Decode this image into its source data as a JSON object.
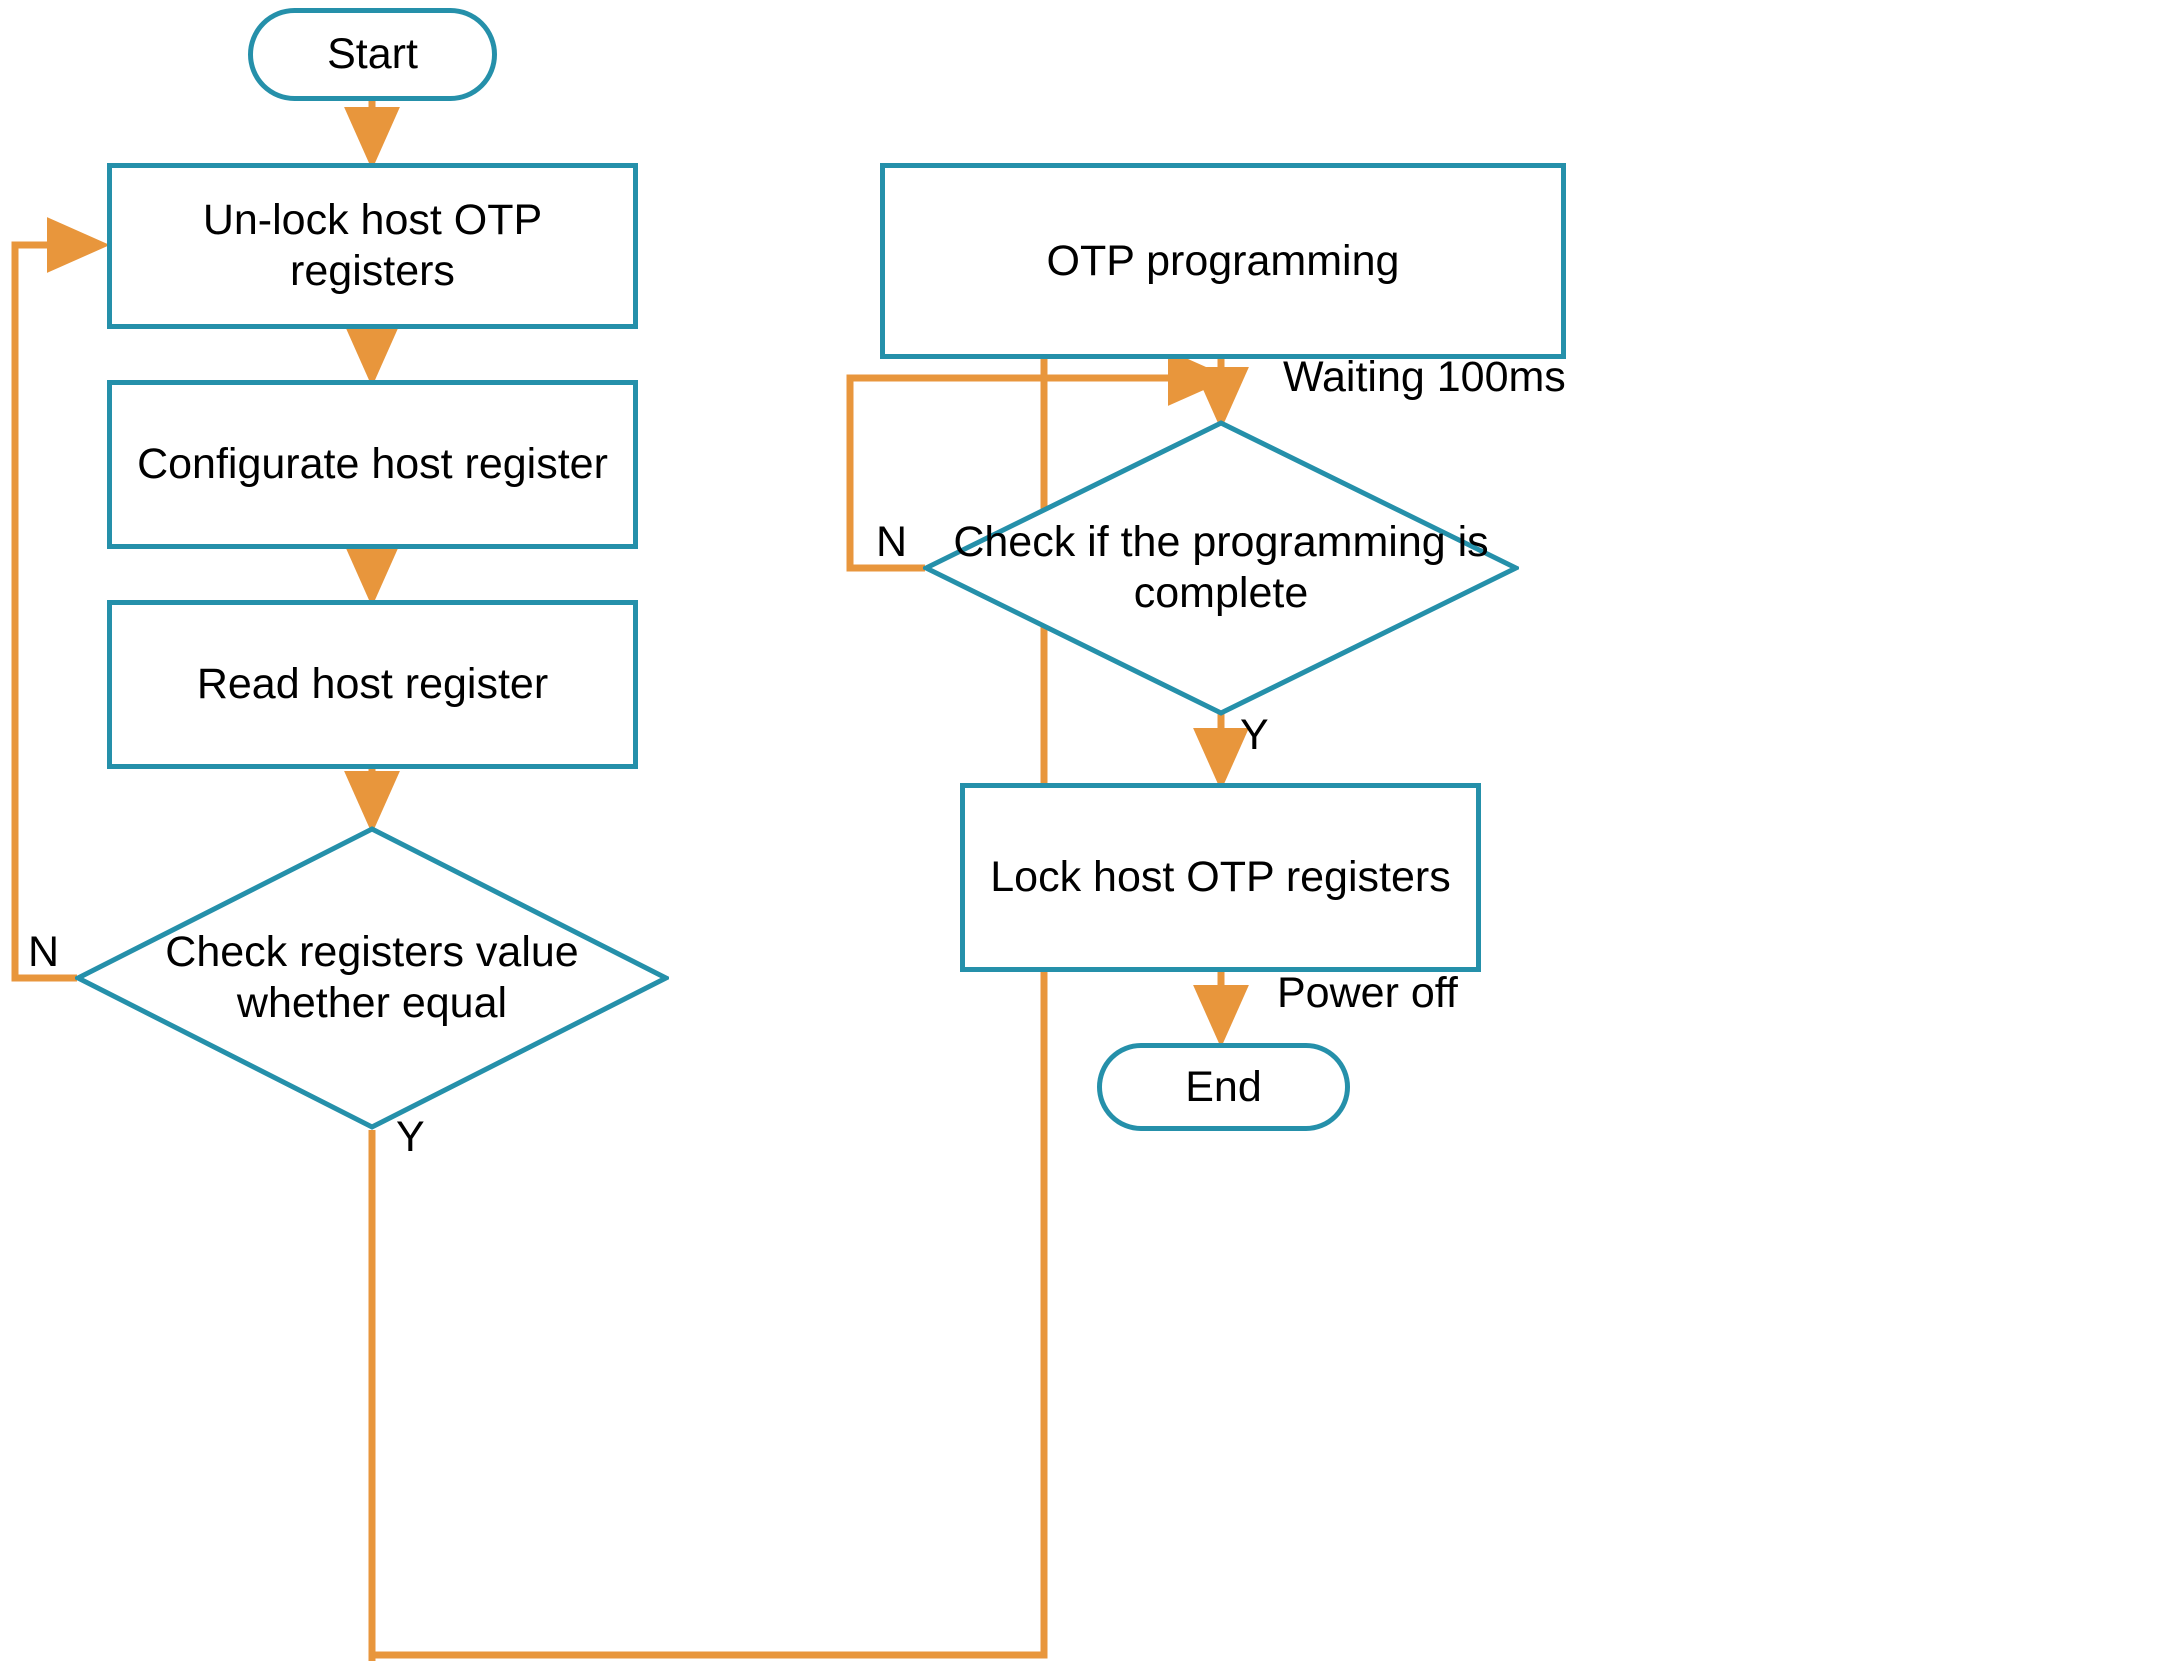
{
  "diagram": {
    "title": "Host OTP programming flowchart",
    "colors": {
      "shape_stroke": "#2590aa",
      "connector": "#e8963c",
      "text": "#000000",
      "background": "#ffffff"
    },
    "nodes": {
      "start": {
        "label": "Start",
        "shape": "terminator"
      },
      "unlock": {
        "label": "Un-lock host OTP registers",
        "shape": "process"
      },
      "configurate": {
        "label": "Configurate host register",
        "shape": "process"
      },
      "read": {
        "label": "Read host register",
        "shape": "process"
      },
      "check_equal": {
        "label": "Check registers value\nwhether equal",
        "shape": "decision"
      },
      "otp_programming": {
        "label": "OTP programming",
        "shape": "process"
      },
      "check_complete": {
        "label": "Check if the programming is\ncomplete",
        "shape": "decision"
      },
      "lock": {
        "label": "Lock host OTP registers",
        "shape": "process"
      },
      "end": {
        "label": "End",
        "shape": "terminator"
      }
    },
    "edge_labels": {
      "check_equal_no": "N",
      "check_equal_yes": "Y",
      "waiting": "Waiting 100ms",
      "check_complete_no": "N",
      "check_complete_yes": "Y",
      "power_off": "Power off"
    }
  }
}
